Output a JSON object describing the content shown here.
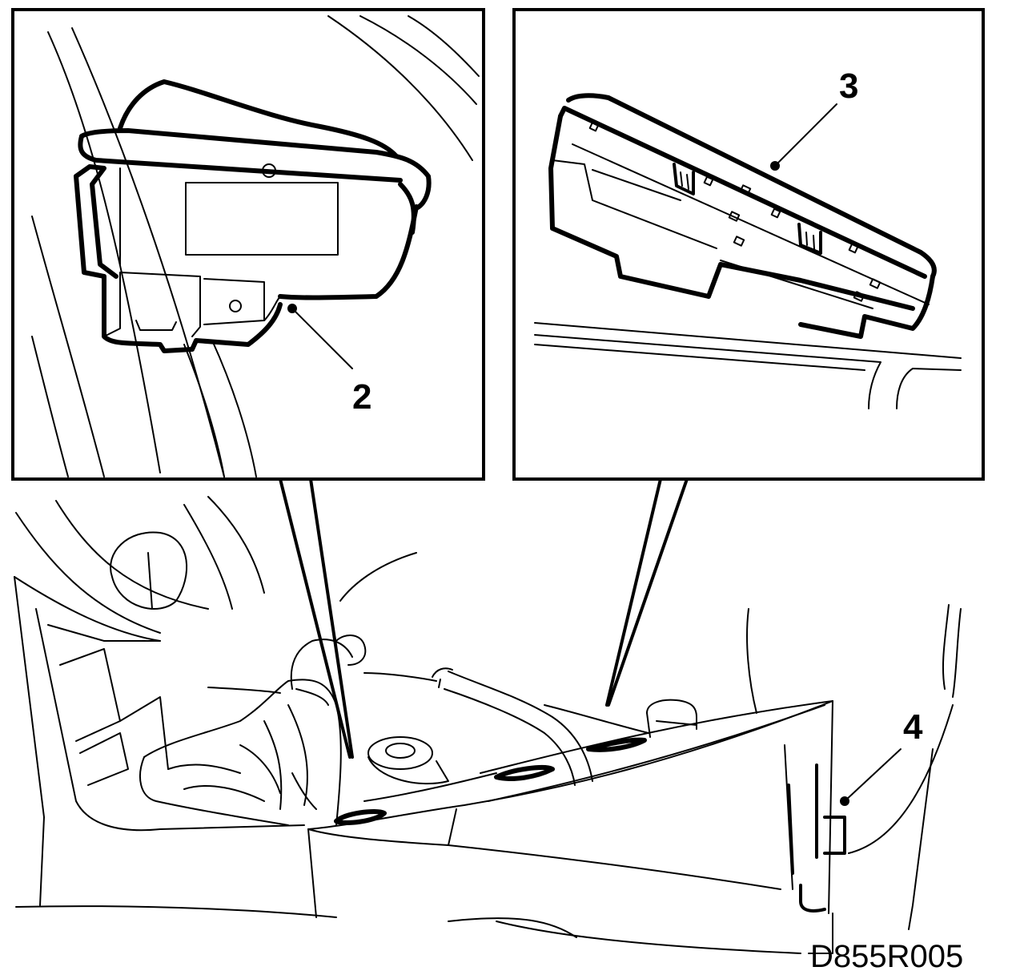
{
  "callouts": {
    "c2": "2",
    "c3": "3",
    "c4": "4"
  },
  "drawing_ref": "D855R005"
}
